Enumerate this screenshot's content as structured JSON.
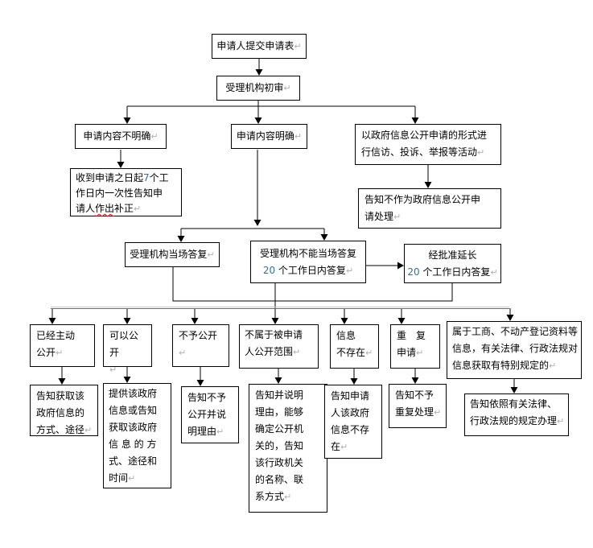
{
  "formatting_mark": "↵",
  "colors": {
    "box_border": "#000000",
    "connector": "#000000",
    "distribution_line_light": "#c8c8c8",
    "distribution_line_dark": "#6f6f6f",
    "digit_text": "#3c6e91",
    "spellcheck_underline": "#e20000",
    "return_mark": "#b0b0b0",
    "background": "#ffffff"
  },
  "flowchart": {
    "nodes": {
      "submit": {
        "text": "申请人提交申请表"
      },
      "review": {
        "text": "受理机构初审"
      },
      "unclear": {
        "text": "申请内容不明确"
      },
      "clear": {
        "text": "申请内容明确"
      },
      "petition": {
        "text": "以政府信息公开申请的形式进\n行信访、投诉、举报等活动"
      },
      "supplement": {
        "t1": "收到申请之日起",
        "num": "7",
        "t2": "个工\n作日内一次性告知申\n请人",
        "wavy": "作出",
        "t3": "补正"
      },
      "not_as_request": {
        "text": "告知不作为政府信息公开申\n请处理"
      },
      "onspot": {
        "text": "受理机构当场答复"
      },
      "cannot": {
        "t1": "受理机构不能当场答复\n",
        "num": "20",
        "t2": " 个工作日内答复"
      },
      "extend": {
        "t1": "经批准延长\n",
        "num": "20",
        "t2": " 个工作日内答复"
      },
      "c1": {
        "text": "已经主动\n公开"
      },
      "c2": {
        "text": "可以公开\n"
      },
      "c3": {
        "text": "不予公开"
      },
      "c4": {
        "text": "不属于被申请\n人公开范围"
      },
      "c5": {
        "text": "信息\n不存在"
      },
      "c6": {
        "text": "重　复\n申请"
      },
      "c7": {
        "text": "属于工商、不动产登记资料等\n信息，有关法律、行政法规对\n信息获取有特别规定的"
      },
      "a1": {
        "text": "告知获取该\n政府信息的\n方式、途径"
      },
      "a2": {
        "text": "提供该政府\n信息或告知\n获取该政府\n信 息 的 方\n式、途径和\n时间"
      },
      "a3": {
        "text": "告知不予\n公开并说\n明理由"
      },
      "a4": {
        "text": "告知并说明\n理由，能够\n确定公开机\n关的，告知\n该行政机关\n的名称、联\n系方式"
      },
      "a5": {
        "text": "告知申请\n人该政府\n信息不存\n在"
      },
      "a6": {
        "text": "告知不予\n重复处理"
      },
      "a7": {
        "text": "告知依照有关法律、\n行政法规的规定办理"
      }
    }
  }
}
